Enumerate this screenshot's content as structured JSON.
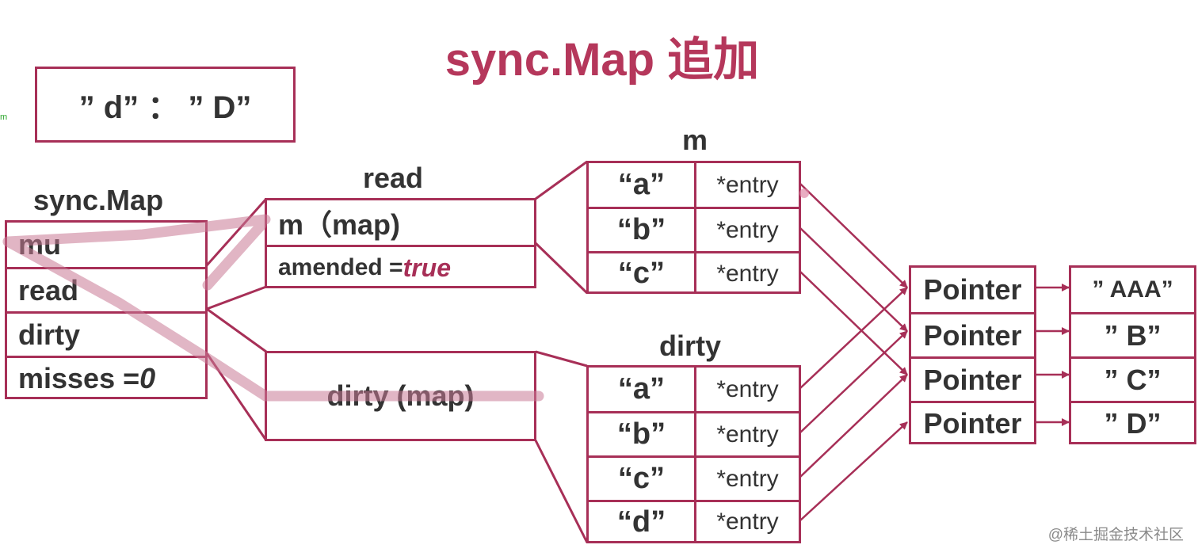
{
  "title": "sync.Map 追加",
  "side_mark": "m",
  "new_pair": "” d” ： ” D”",
  "syncmap": {
    "label": "sync.Map",
    "fields": [
      "mu",
      "read",
      "dirty"
    ],
    "misses_label": "misses = ",
    "misses_value": "0"
  },
  "read": {
    "label": "read",
    "m_field": "m（map)",
    "amended_label": "amended  = ",
    "amended_value": "true"
  },
  "dirty_struct": {
    "field": "dirty (map)"
  },
  "m_table": {
    "label": "m",
    "rows": [
      {
        "key": "“a”",
        "value": "*entry"
      },
      {
        "key": "“b”",
        "value": "*entry"
      },
      {
        "key": "“c”",
        "value": "*entry"
      }
    ]
  },
  "dirty_table": {
    "label": "dirty",
    "rows": [
      {
        "key": "“a”",
        "value": "*entry"
      },
      {
        "key": "“b”",
        "value": "*entry"
      },
      {
        "key": "“c”",
        "value": "*entry"
      },
      {
        "key": "“d”",
        "value": "*entry"
      }
    ]
  },
  "pointers": [
    "Pointer",
    "Pointer",
    "Pointer",
    "Pointer"
  ],
  "values": [
    "” AAA”",
    "”  B”",
    "”  C”",
    "”  D”"
  ],
  "watermark": "@稀土掘金技术社区",
  "colors": {
    "accent": "#a72f57",
    "title": "#b5375b",
    "highlight": "#c97a95"
  }
}
